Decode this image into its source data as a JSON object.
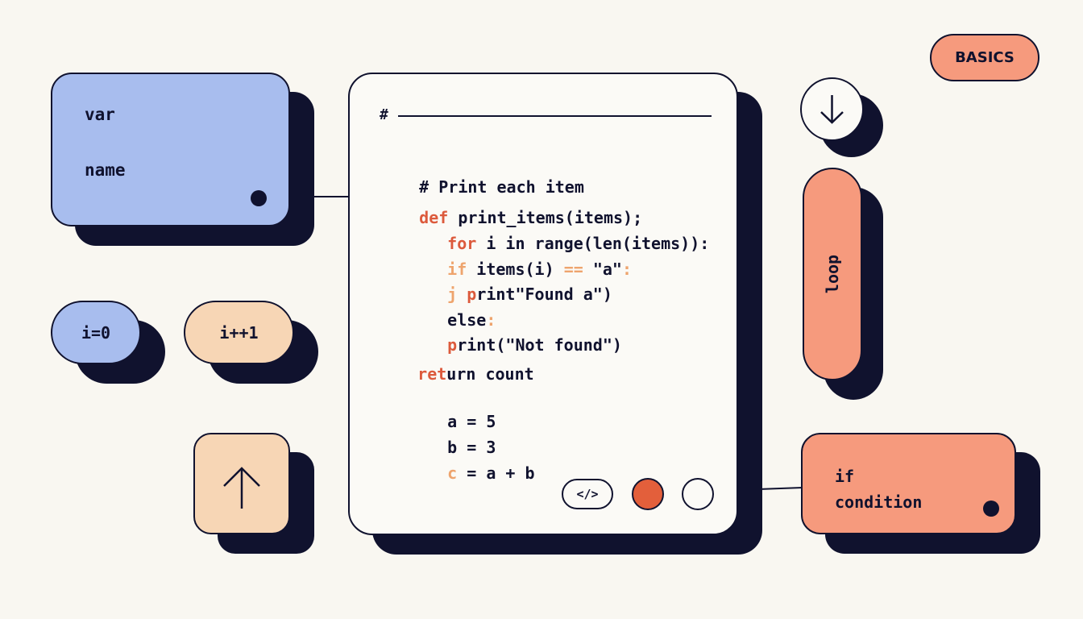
{
  "badge": {
    "label": "BASICS"
  },
  "var_card": {
    "line1": "var",
    "line2": "name"
  },
  "pills": {
    "i0": "i=0",
    "iplus": "i++1"
  },
  "loop_pill": {
    "label": "loop"
  },
  "if_card": {
    "line1": "if",
    "line2": "condition"
  },
  "code": {
    "header": "#",
    "comment": "# Print each item",
    "def_kw": "def",
    "def_rest": " print_items(items);",
    "for_kw": "for",
    "for_rest": " i in range(len(items)):",
    "if_kw": "if",
    "if_rest1": " items(i) ",
    "if_op": "==",
    "if_rest2": " \"a\"",
    "if_colon": ":",
    "found_j": "j",
    "found_p": " p",
    "found_rest": "rint\"Found a\")",
    "else_kw": "else",
    "else_colon": ":",
    "print_p": "p",
    "print_rest": "rint(\"Not found\")",
    "ret_kw": "ret",
    "ret_rest": "urn count",
    "a_line": "a = 5",
    "b_line": "b = 3",
    "c_var": "c",
    "c_rest": " = a + b"
  },
  "toolbar": {
    "tag_label": "</>"
  },
  "icons": {
    "up": "arrow-up-icon",
    "down": "arrow-down-icon"
  },
  "colors": {
    "background": "#f9f7f1",
    "ink": "#10122e",
    "blue": "#a8bdee",
    "peach": "#f7d6b5",
    "coral": "#f69a7d",
    "keyword_red": "#dc5a3c",
    "keyword_orange": "#eea46d"
  }
}
